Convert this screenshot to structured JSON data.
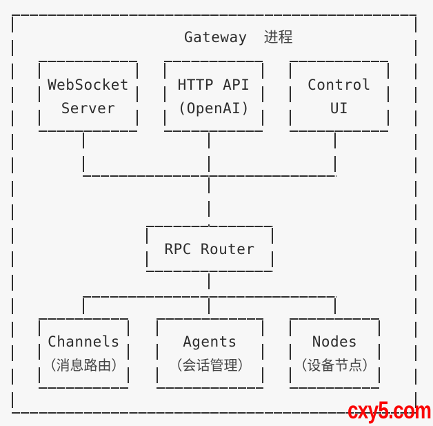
{
  "title": {
    "en": "Gateway",
    "zh": "进程"
  },
  "diagram": {
    "top_boxes": [
      {
        "line1": "WebSocket",
        "line2": "Server"
      },
      {
        "line1": "HTTP API",
        "line2": "(OpenAI)"
      },
      {
        "line1": "Control",
        "line2": "UI"
      }
    ],
    "middle_box": {
      "line1": "RPC Router"
    },
    "bottom_boxes": [
      {
        "line1": "Channels",
        "line2": "（消息路由）"
      },
      {
        "line1": "Agents",
        "line2": "（会话管理）"
      },
      {
        "line1": "Nodes",
        "line2": "（设备节点）"
      }
    ],
    "edges": [
      {
        "from": "WebSocket Server",
        "to": "RPC Router"
      },
      {
        "from": "HTTP API (OpenAI)",
        "to": "RPC Router"
      },
      {
        "from": "Control UI",
        "to": "RPC Router"
      },
      {
        "from": "RPC Router",
        "to": "Channels"
      },
      {
        "from": "RPC Router",
        "to": "Agents"
      },
      {
        "from": "RPC Router",
        "to": "Nodes"
      }
    ]
  },
  "watermark": "cxy5.com",
  "colors": {
    "background": "#f7f7f7",
    "line": "#2e2e2e",
    "text": "#2d2d2d",
    "cjk_text": "#444444",
    "watermark": "#fa0505"
  }
}
